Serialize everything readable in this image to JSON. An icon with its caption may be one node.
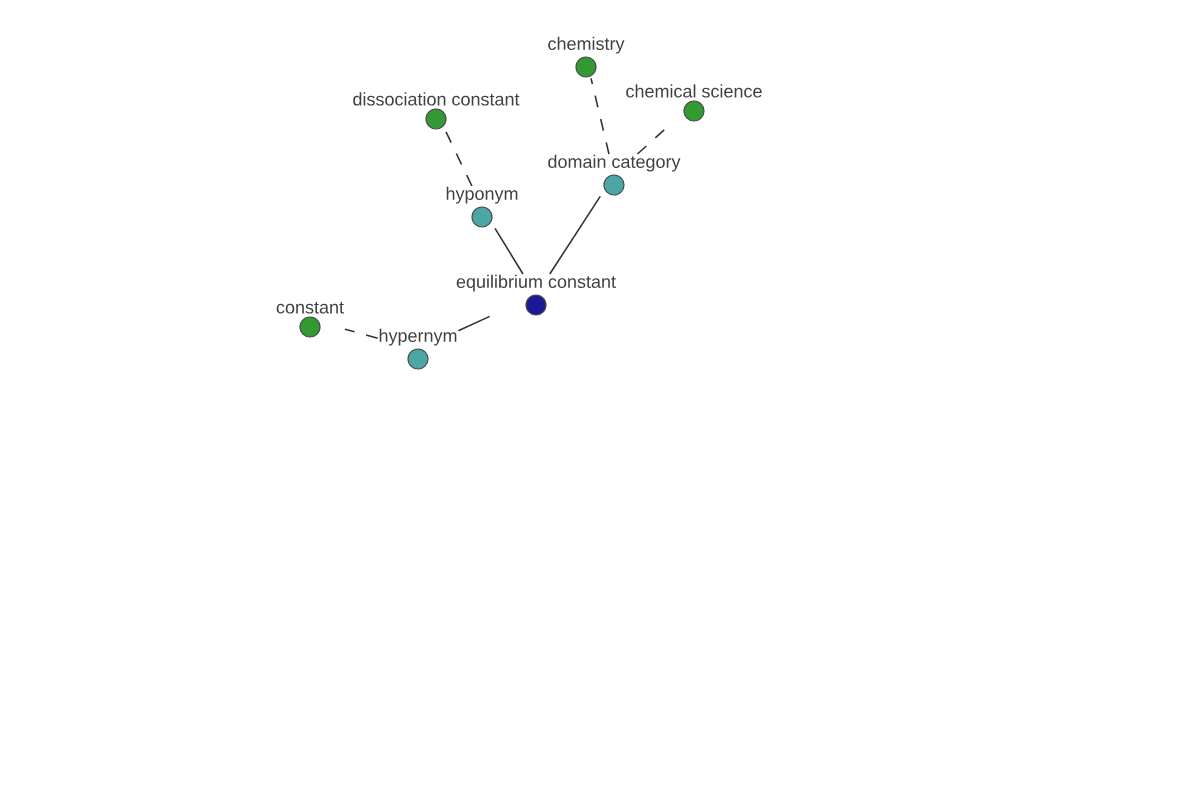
{
  "diagram": {
    "nodes": [
      {
        "text": [
          "chemistry"
        ]
      },
      {
        "text": [
          "chemical science"
        ]
      },
      {
        "text": [
          "dissociation constant"
        ]
      },
      {
        "text": [
          "domain category"
        ]
      },
      {
        "text": [
          "hyponym"
        ]
      },
      {
        "text": [
          "equilibrium constant"
        ]
      },
      {
        "text": [
          "constant"
        ]
      },
      {
        "text": [
          "hypernym"
        ]
      }
    ],
    "edges": [
      {
        "from": 5,
        "to": 4,
        "arrow": "none"
      },
      {
        "from": 5,
        "to": 3,
        "arrow": "none"
      },
      {
        "from": 5,
        "to": 7,
        "arrow": "none"
      },
      {
        "from": 4,
        "to": 2,
        "arrow": "none",
        "style": "dashed"
      },
      {
        "from": 3,
        "to": 0,
        "arrow": "none",
        "style": "dashed"
      },
      {
        "from": 3,
        "to": 1,
        "arrow": "none",
        "style": "dashed"
      },
      {
        "from": 7,
        "to": 6,
        "arrow": "none",
        "style": "dashed"
      }
    ]
  }
}
